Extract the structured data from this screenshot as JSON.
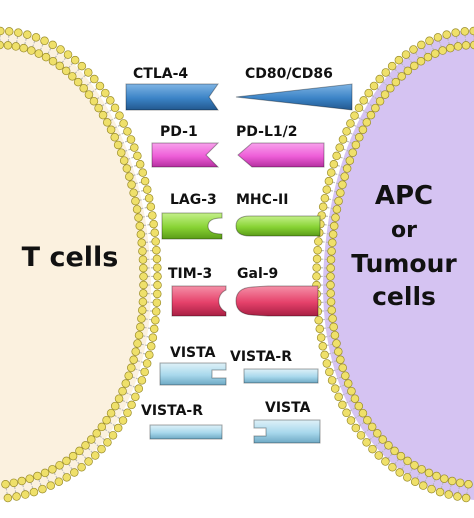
{
  "cells": {
    "left_label": "T cells",
    "right_line1": "APC",
    "right_line2": "or",
    "right_line3": "Tumour",
    "right_line4": "cells",
    "left_fill": "#fbf1df",
    "right_fill": "#d5c3f2",
    "lipid_head": "#efe06a",
    "lipid_tail": "#b9b9b9"
  },
  "pairs": [
    {
      "left": "CTLA-4",
      "right": "CD80/CD86",
      "left_color": "#3b83c6",
      "right_color": "#3b83c6"
    },
    {
      "left": "PD-1",
      "right": "PD-L1/2",
      "left_color": "#ee5ed8",
      "right_color": "#ee5ed8"
    },
    {
      "left": "LAG-3",
      "right": "MHC-II",
      "left_color": "#88d334",
      "right_color": "#88d334"
    },
    {
      "left": "TIM-3",
      "right": "Gal-9",
      "left_color": "#e5416a",
      "right_color": "#e5416a"
    },
    {
      "left": "VISTA",
      "right": "VISTA-R",
      "left_color": "#a8d8ec",
      "right_color": "#a8d8ec"
    },
    {
      "left": "VISTA-R",
      "right": "VISTA",
      "left_color": "#a8d8ec",
      "right_color": "#a8d8ec"
    }
  ]
}
